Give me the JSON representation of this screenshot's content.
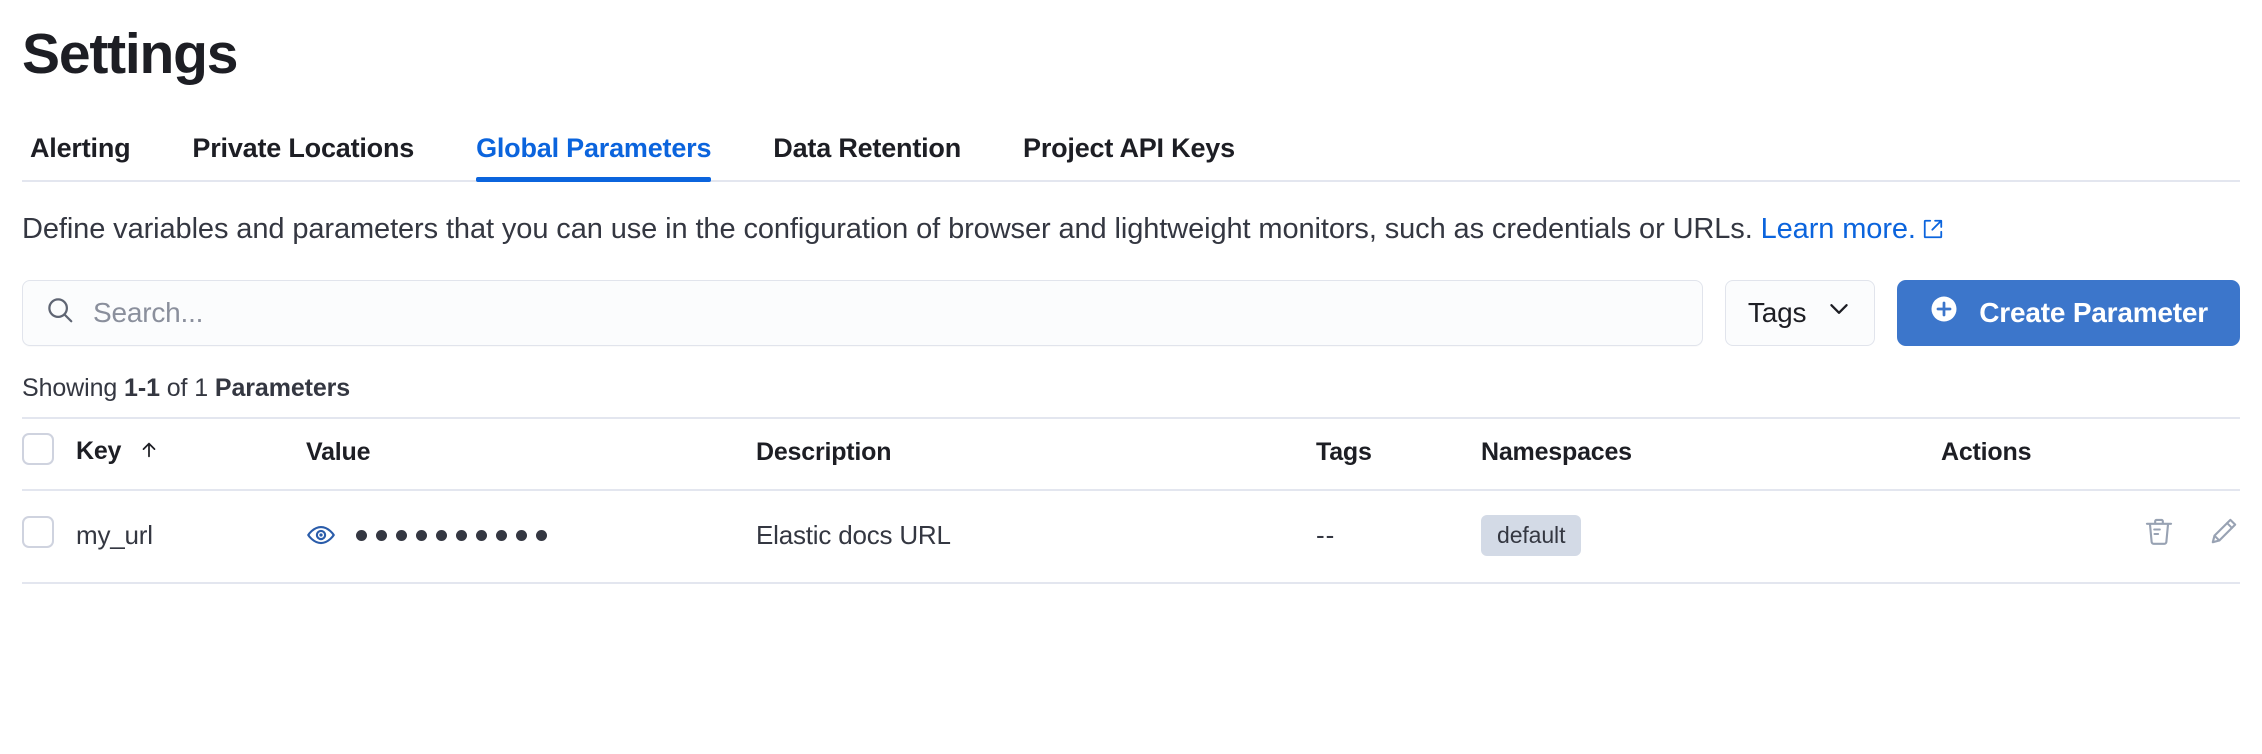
{
  "page": {
    "title": "Settings"
  },
  "tabs": [
    {
      "id": "alerting",
      "label": "Alerting",
      "active": false
    },
    {
      "id": "private-locations",
      "label": "Private Locations",
      "active": false
    },
    {
      "id": "global-parameters",
      "label": "Global Parameters",
      "active": true
    },
    {
      "id": "data-retention",
      "label": "Data Retention",
      "active": false
    },
    {
      "id": "project-api-keys",
      "label": "Project API Keys",
      "active": false
    }
  ],
  "description": {
    "text": "Define variables and parameters that you can use in the configuration of browser and lightweight monitors, such as credentials or URLs.",
    "link_label": "Learn more.",
    "link_icon": "external-link-icon"
  },
  "toolbar": {
    "search_placeholder": "Search...",
    "search_value": "",
    "search_icon": "search-icon",
    "tags_label": "Tags",
    "tags_icon": "chevron-down-icon",
    "create_label": "Create Parameter",
    "create_icon": "plus-circle-icon"
  },
  "results": {
    "prefix": "Showing ",
    "range": "1-1",
    "middle": " of 1 ",
    "suffix": "Parameters"
  },
  "table": {
    "columns": [
      {
        "id": "key",
        "label": "Key",
        "sorted": true,
        "sort_icon": "arrow-up-icon"
      },
      {
        "id": "value",
        "label": "Value"
      },
      {
        "id": "description",
        "label": "Description"
      },
      {
        "id": "tags",
        "label": "Tags"
      },
      {
        "id": "namespaces",
        "label": "Namespaces"
      },
      {
        "id": "actions",
        "label": "Actions"
      }
    ],
    "rows": [
      {
        "key": "my_url",
        "value_masked_dots": 10,
        "value_toggle_icon": "eye-icon",
        "description": "Elastic docs URL",
        "tags": "--",
        "namespaces": [
          "default"
        ],
        "actions": [
          {
            "id": "delete",
            "icon": "trash-icon"
          },
          {
            "id": "edit",
            "icon": "pencil-icon"
          }
        ]
      }
    ]
  },
  "colors": {
    "accent": "#0b64dd",
    "primary_button": "#3c76cb",
    "badge_bg": "#d3dae6",
    "text": "#343741",
    "heading": "#1d1e24",
    "border": "#e3e6ef"
  }
}
